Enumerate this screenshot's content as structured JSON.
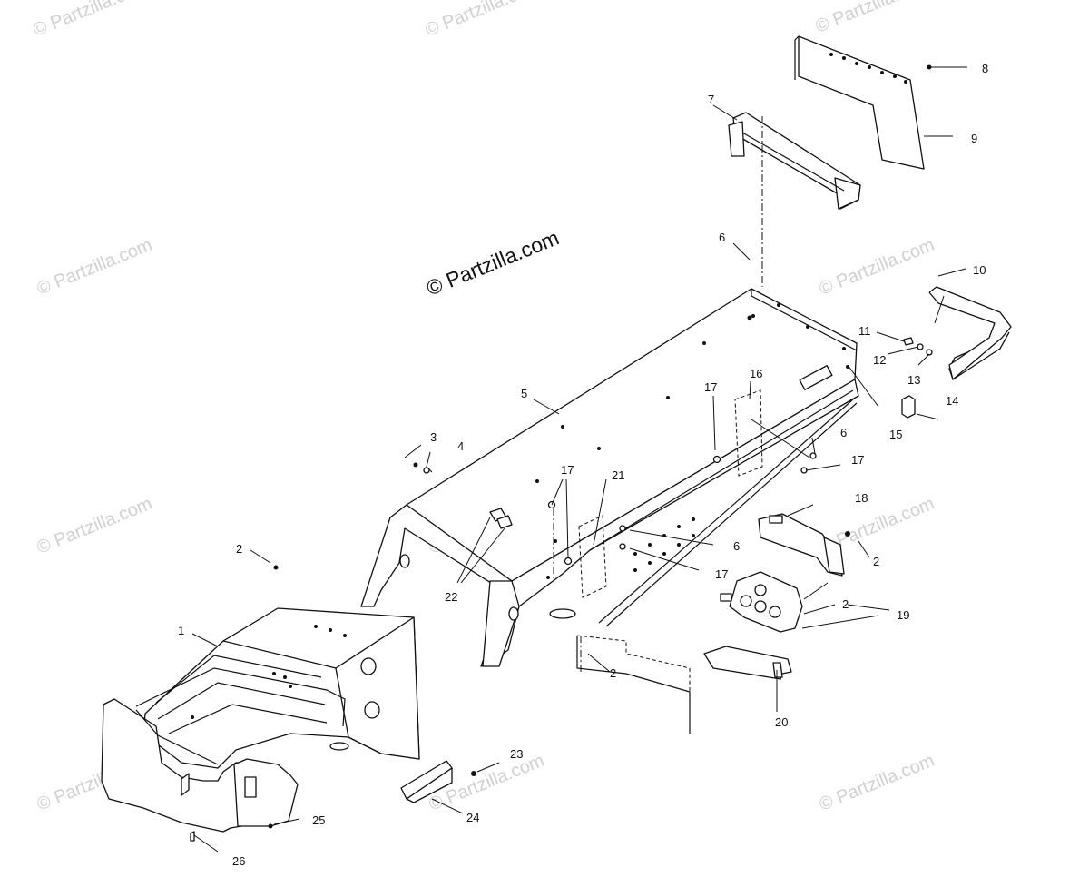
{
  "watermark": {
    "main": "© Partzilla.com",
    "repeat": "© Partzilla.com"
  },
  "callouts": [
    "1",
    "2",
    "2",
    "2",
    "2",
    "2",
    "3",
    "4",
    "5",
    "6",
    "6",
    "6",
    "7",
    "8",
    "9",
    "10",
    "11",
    "12",
    "13",
    "14",
    "15",
    "16",
    "17",
    "17",
    "17",
    "17",
    "18",
    "19",
    "20",
    "21",
    "22",
    "23",
    "24",
    "25",
    "26"
  ]
}
